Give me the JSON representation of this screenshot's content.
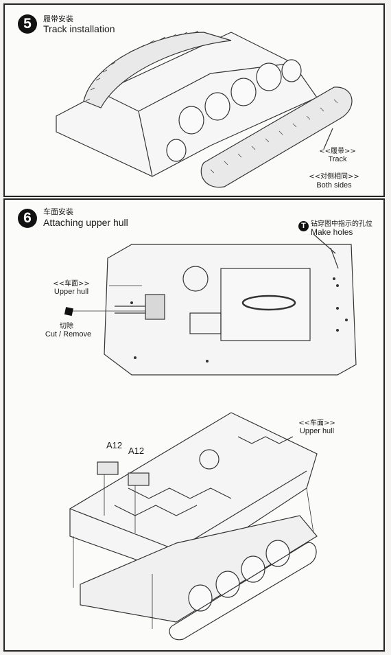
{
  "step5": {
    "number": "5",
    "title_zh": "履带安装",
    "title_en": "Track installation",
    "track_zh": "<<履带>>",
    "track_en": "Track",
    "sides_zh": "<<对侧相同>>",
    "sides_en": "Both sides"
  },
  "step6": {
    "number": "6",
    "title_zh": "车面安装",
    "title_en": "Attaching upper hull",
    "holes_zh": "钻穿图中指示的孔位",
    "holes_en": "Make holes",
    "upper_hull_zh": "<<车面>>",
    "upper_hull_en": "Upper hull",
    "cut_zh": "切除",
    "cut_en": "Cut / Remove",
    "upper_hull2_zh": "<<车面>>",
    "upper_hull2_en": "Upper hull",
    "part_a12_left": "A12",
    "part_a12_right": "A12"
  }
}
